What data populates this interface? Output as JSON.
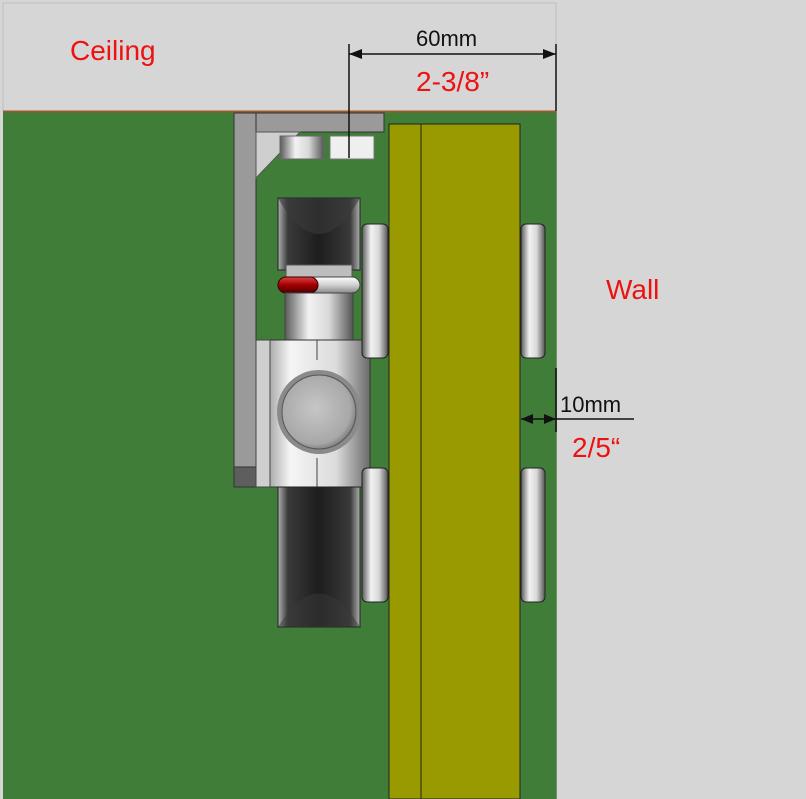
{
  "labels": {
    "ceiling": "Ceiling",
    "wall": "Wall",
    "top_dimension_mm": "60mm",
    "top_dimension_in": "2-3/8”",
    "gap_dimension_mm": "10mm",
    "gap_dimension_in": "2/5“"
  },
  "colors": {
    "background": "#d6d6d6",
    "wall_panel": "#3f7d39",
    "door_panel": "#999900",
    "label_red": "#ee1111",
    "steel_light": "#e6e6e6",
    "steel_dark": "#555555",
    "rubber_dark": "#2a2a2a",
    "bracket": "#9a9a9a"
  },
  "icons": [
    "dimension-arrow-icon"
  ]
}
